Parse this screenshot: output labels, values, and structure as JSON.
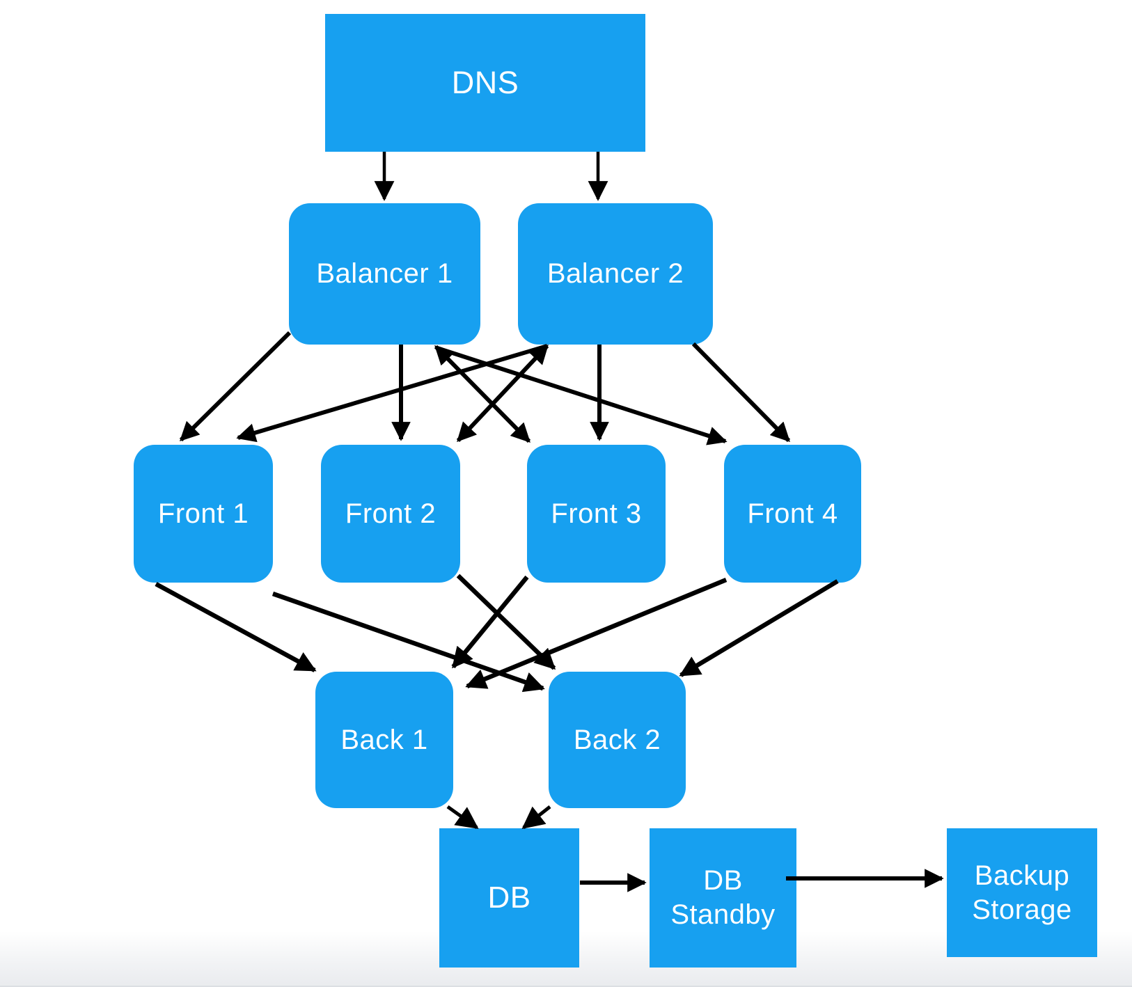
{
  "diagram": {
    "colors": {
      "node_fill": "#17a0f0",
      "node_text": "#ffffff",
      "arrow": "#000000",
      "background": "#ffffff"
    },
    "nodes": {
      "dns": {
        "label": "DNS"
      },
      "b1": {
        "label": "Balancer 1"
      },
      "b2": {
        "label": "Balancer 2"
      },
      "f1": {
        "label": "Front 1"
      },
      "f2": {
        "label": "Front 2"
      },
      "f3": {
        "label": "Front 3"
      },
      "f4": {
        "label": "Front 4"
      },
      "back1": {
        "label": "Back 1"
      },
      "back2": {
        "label": "Back 2"
      },
      "db": {
        "label": "DB"
      },
      "dbsb": {
        "label": "DB Standby"
      },
      "backup": {
        "label": "Backup Storage"
      }
    },
    "edges": [
      {
        "from": "dns",
        "to": "b1",
        "double": false
      },
      {
        "from": "dns",
        "to": "b2",
        "double": false
      },
      {
        "from": "b1",
        "to": "f1",
        "double": false
      },
      {
        "from": "b1",
        "to": "f2",
        "double": false
      },
      {
        "from": "b1",
        "to": "f3",
        "double": true
      },
      {
        "from": "b1",
        "to": "f4",
        "double": false
      },
      {
        "from": "b2",
        "to": "f1",
        "double": false
      },
      {
        "from": "b2",
        "to": "f2",
        "double": true
      },
      {
        "from": "b2",
        "to": "f3",
        "double": false
      },
      {
        "from": "b2",
        "to": "f4",
        "double": false
      },
      {
        "from": "f1",
        "to": "back1",
        "double": false
      },
      {
        "from": "f1",
        "to": "back2",
        "double": false
      },
      {
        "from": "f2",
        "to": "back2",
        "double": false
      },
      {
        "from": "f3",
        "to": "back1",
        "double": false
      },
      {
        "from": "f4",
        "to": "back1",
        "double": false
      },
      {
        "from": "f4",
        "to": "back2",
        "double": false
      },
      {
        "from": "back1",
        "to": "db",
        "double": false
      },
      {
        "from": "back2",
        "to": "db",
        "double": false
      },
      {
        "from": "db",
        "to": "dbsb",
        "double": false
      },
      {
        "from": "dbsb",
        "to": "backup",
        "double": false
      }
    ]
  }
}
